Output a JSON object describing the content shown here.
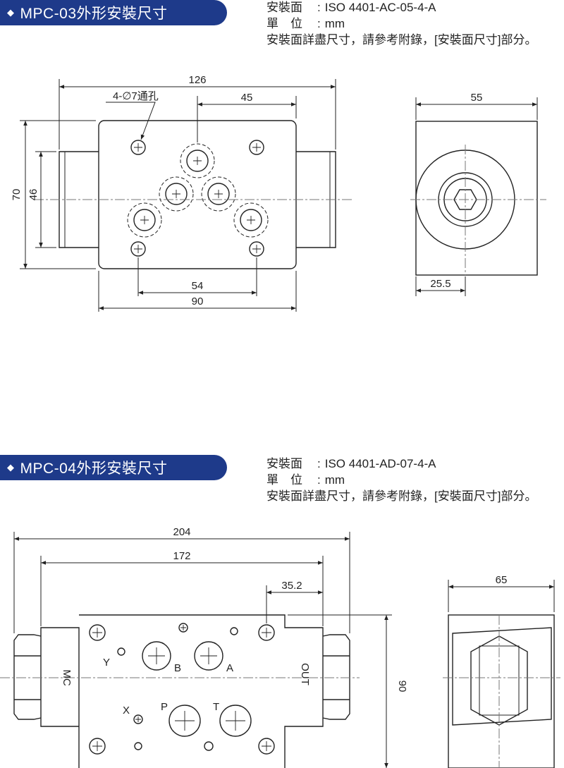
{
  "sections": [
    {
      "title": "MPC-03外形安裝尺寸",
      "specs": [
        {
          "key": "安裝面",
          "value": "ISO 4401-AC-05-4-A"
        },
        {
          "key": "單　位",
          "value": "mm"
        }
      ],
      "note": "安裝面詳盡尺寸，請參考附錄，[安裝面尺寸]部分。",
      "dims": {
        "overall_length": "126",
        "hole_callout": "4-∅7通孔",
        "port_offset": "45",
        "body_height": "70",
        "stub_height": "46",
        "hole_spacing": "54",
        "body_length": "90",
        "side_width": "55",
        "side_center": "25.5"
      }
    },
    {
      "title": "MPC-04外形安裝尺寸",
      "specs": [
        {
          "key": "安裝面",
          "value": "ISO 4401-AD-07-4-A"
        },
        {
          "key": "單　位",
          "value": "mm"
        }
      ],
      "note": "安裝面詳盡尺寸，請參考附錄，[安裝面尺寸]部分。",
      "dims": {
        "overall_length": "204",
        "inner_length": "172",
        "port_offset": "35.2",
        "body_height": "90",
        "side_width": "65"
      },
      "ports": {
        "y": "Y",
        "b": "B",
        "a": "A",
        "x": "X",
        "p": "P",
        "t": "T"
      },
      "end_labels": {
        "left": "MC",
        "right": "OUT"
      }
    }
  ],
  "colors": {
    "pill": "#1e3a8a",
    "line": "#222222",
    "center": "#777777"
  }
}
